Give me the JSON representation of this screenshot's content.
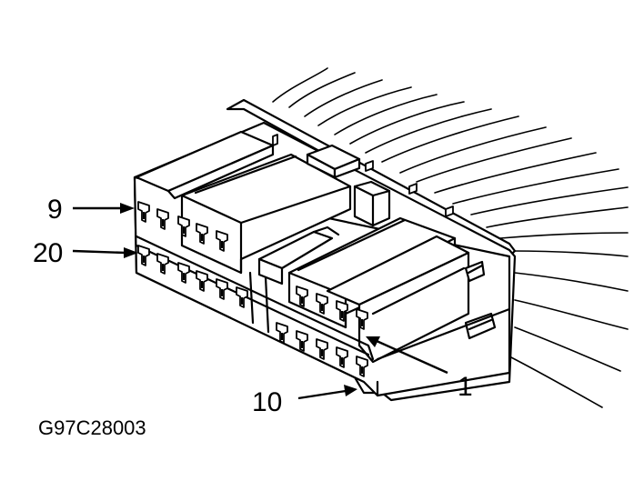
{
  "figure": {
    "id_label": "G97C28003",
    "subject": "connector",
    "colors": {
      "line": "#000000",
      "background": "#ffffff"
    }
  },
  "callouts": {
    "pin_9": "9",
    "pin_20": "20",
    "pin_10": "10",
    "pin_1": "1"
  },
  "pin_rows": {
    "upper_row_pins": 9,
    "lower_row_pins": 11
  }
}
